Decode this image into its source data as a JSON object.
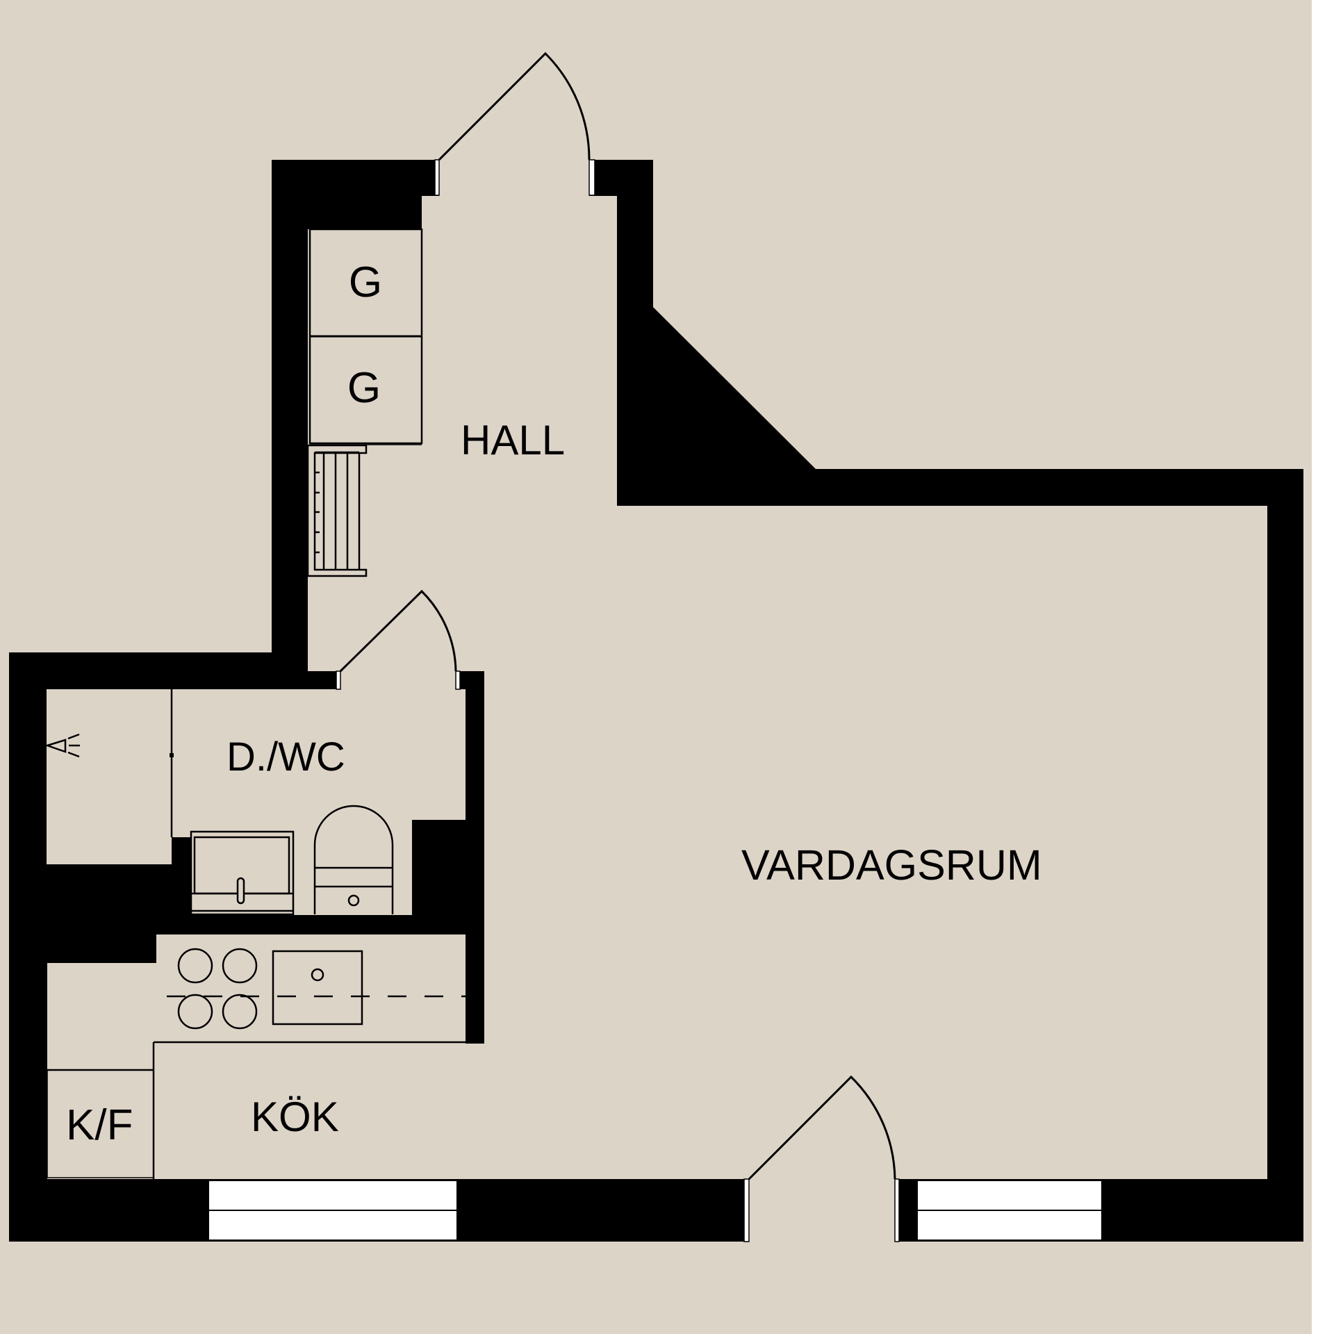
{
  "plan": {
    "background_color": "#ddd4c8",
    "wall_color": "#000000",
    "window_color": "#ffffff",
    "rooms": {
      "hall": "HALL",
      "closet_1": "G",
      "closet_2": "G",
      "bathroom": "D./WC",
      "living_room": "VARDAGSRUM",
      "kitchen": "KÖK",
      "fridge_freezer": "K/F"
    },
    "fixtures": [
      "shoe-rack",
      "shower",
      "washbasin",
      "toilet",
      "stove-4-burners",
      "kitchen-sink",
      "fridge-freezer"
    ],
    "doors": [
      "entrance-door",
      "bathroom-door",
      "living-room-door"
    ],
    "windows": [
      "kitchen-window",
      "living-room-window"
    ]
  }
}
